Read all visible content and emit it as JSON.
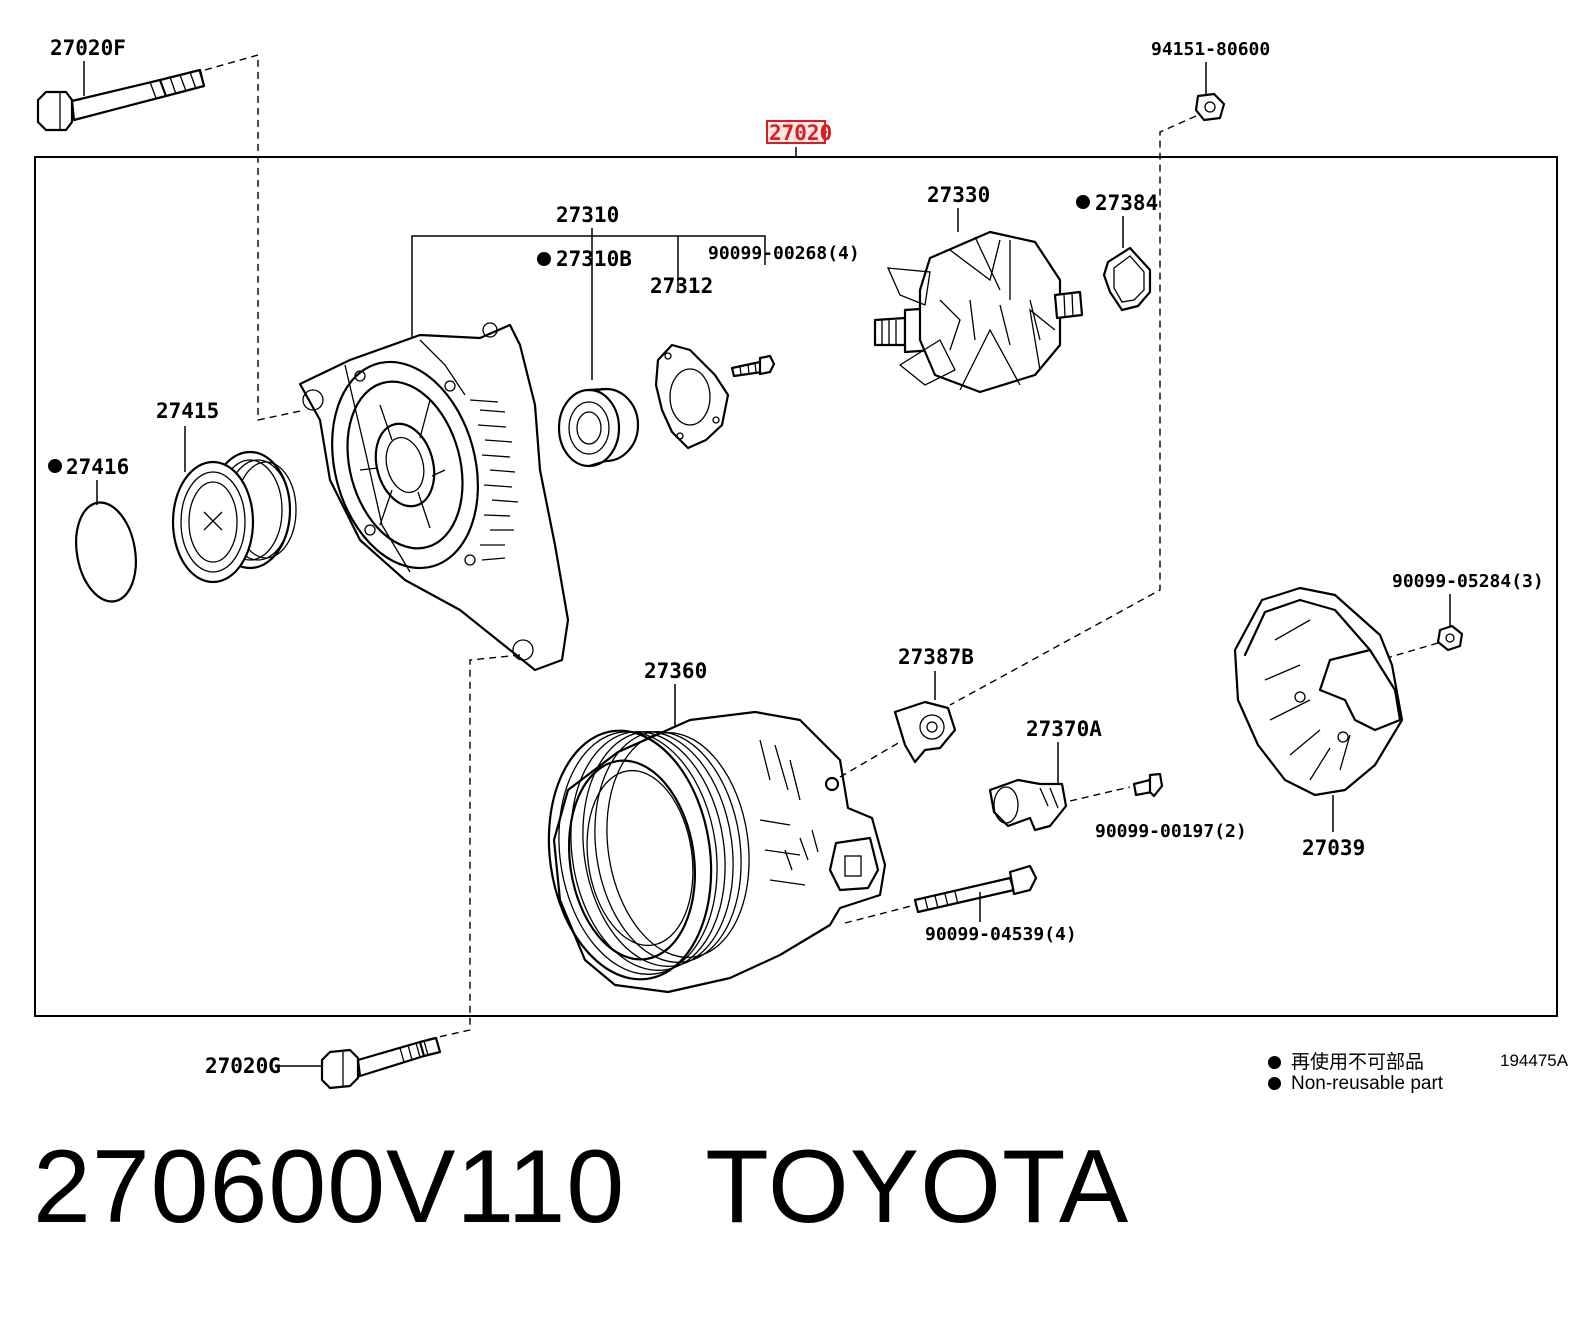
{
  "assembly_label": "27020",
  "callouts": {
    "p27020F": "27020F",
    "p94151": "94151-80600",
    "p27310": "27310",
    "p27310B": "27310B",
    "p90099_00268": "90099-00268(4)",
    "p27312": "27312",
    "p27330": "27330",
    "p27384": "27384",
    "p27415": "27415",
    "p27416": "27416",
    "p27360": "27360",
    "p27387B": "27387B",
    "p27370A": "27370A",
    "p90099_00197": "90099-00197(2)",
    "p90099_05284": "90099-05284(3)",
    "p27039": "27039",
    "p90099_04539": "90099-04539(4)",
    "p27020G": "27020G"
  },
  "legend": {
    "chinese": "再使用不可部品",
    "english": "Non-reusable part"
  },
  "diagram_code": "194475A",
  "footer": {
    "part_number": "270600V110",
    "brand": "TOYOTA"
  },
  "colors": {
    "assembly_highlight": "#d42020",
    "assembly_bg": "#ffe6e6"
  }
}
